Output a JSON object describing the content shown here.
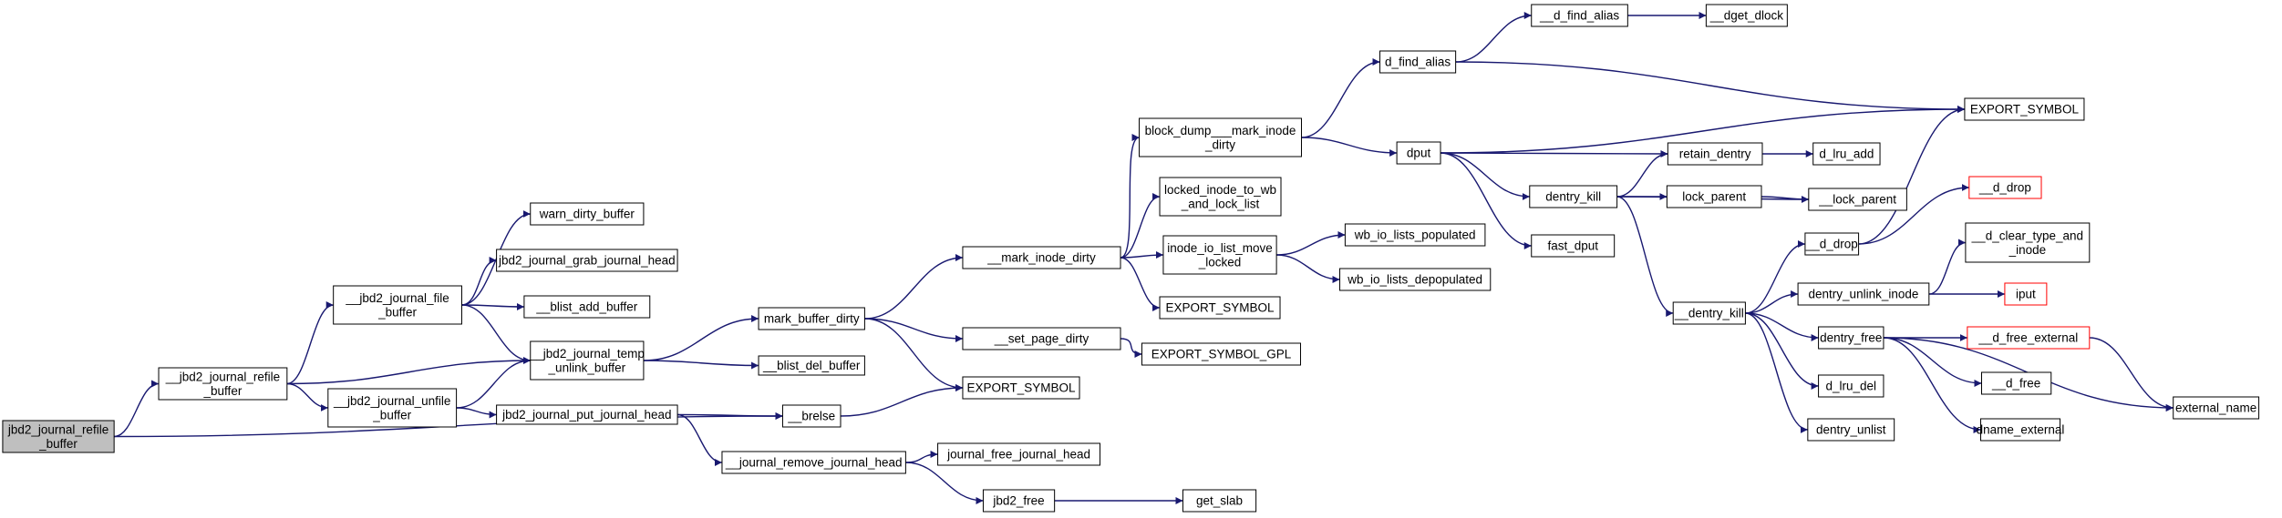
{
  "nodes": [
    {
      "id": "root",
      "lines": [
        "jbd2_journal_refile",
        "_buffer"
      ],
      "style": "root"
    },
    {
      "id": "jrefile",
      "lines": [
        "__jbd2_journal_refile",
        "_buffer"
      ]
    },
    {
      "id": "jfile",
      "lines": [
        "__jbd2_journal_file",
        "_buffer"
      ]
    },
    {
      "id": "junfile",
      "lines": [
        "__jbd2_journal_unfile",
        "_buffer"
      ]
    },
    {
      "id": "warn",
      "lines": [
        "warn_dirty_buffer"
      ]
    },
    {
      "id": "grab",
      "lines": [
        "jbd2_journal_grab_journal_head"
      ]
    },
    {
      "id": "badd",
      "lines": [
        "__blist_add_buffer"
      ]
    },
    {
      "id": "temp",
      "lines": [
        "__jbd2_journal_temp",
        "_unlink_buffer"
      ]
    },
    {
      "id": "puthead",
      "lines": [
        "jbd2_journal_put_journal_head"
      ]
    },
    {
      "id": "bdel",
      "lines": [
        "__blist_del_buffer"
      ]
    },
    {
      "id": "mbd",
      "lines": [
        "mark_buffer_dirty"
      ]
    },
    {
      "id": "brelse",
      "lines": [
        "__brelse"
      ]
    },
    {
      "id": "jrm",
      "lines": [
        "__journal_remove_journal_head"
      ]
    },
    {
      "id": "jfree",
      "lines": [
        "journal_free_journal_head"
      ]
    },
    {
      "id": "jbd2free",
      "lines": [
        "jbd2_free"
      ]
    },
    {
      "id": "getslab",
      "lines": [
        "get_slab"
      ]
    },
    {
      "id": "mid",
      "lines": [
        "__mark_inode_dirty"
      ]
    },
    {
      "id": "spd",
      "lines": [
        "__set_page_dirty"
      ]
    },
    {
      "id": "exp1",
      "lines": [
        "EXPORT_SYMBOL"
      ]
    },
    {
      "id": "gpl",
      "lines": [
        "EXPORT_SYMBOL_GPL"
      ]
    },
    {
      "id": "bdm",
      "lines": [
        "block_dump___mark_inode",
        "_dirty"
      ]
    },
    {
      "id": "liw",
      "lines": [
        "locked_inode_to_wb",
        "_and_lock_list"
      ]
    },
    {
      "id": "iolm",
      "lines": [
        "inode_io_list_move",
        "_locked"
      ]
    },
    {
      "id": "exp2",
      "lines": [
        "EXPORT_SYMBOL"
      ]
    },
    {
      "id": "dfa",
      "lines": [
        "d_find_alias"
      ]
    },
    {
      "id": "dfa2",
      "lines": [
        "__d_find_alias"
      ]
    },
    {
      "id": "dgd",
      "lines": [
        "__dget_dlock"
      ]
    },
    {
      "id": "dput",
      "lines": [
        "dput"
      ]
    },
    {
      "id": "exp3",
      "lines": [
        "EXPORT_SYMBOL"
      ]
    },
    {
      "id": "retain",
      "lines": [
        "retain_dentry"
      ]
    },
    {
      "id": "dlruadd",
      "lines": [
        "d_lru_add"
      ]
    },
    {
      "id": "dkill",
      "lines": [
        "dentry_kill"
      ]
    },
    {
      "id": "lockp",
      "lines": [
        "lock_parent"
      ]
    },
    {
      "id": "lockp2",
      "lines": [
        "__lock_parent"
      ]
    },
    {
      "id": "fastd",
      "lines": [
        "fast_dput"
      ]
    },
    {
      "id": "wbpop",
      "lines": [
        "wb_io_lists_populated"
      ]
    },
    {
      "id": "wbdepop",
      "lines": [
        "wb_io_lists_depopulated"
      ]
    },
    {
      "id": "ddrop_r",
      "lines": [
        "__d_drop"
      ],
      "style": "trunc"
    },
    {
      "id": "ddrop",
      "lines": [
        "__d_drop"
      ]
    },
    {
      "id": "dentkill",
      "lines": [
        "__dentry_kill"
      ]
    },
    {
      "id": "dci",
      "lines": [
        "__d_clear_type_and",
        "_inode"
      ]
    },
    {
      "id": "dui",
      "lines": [
        "dentry_unlink_inode"
      ]
    },
    {
      "id": "iput",
      "lines": [
        "iput"
      ],
      "style": "trunc"
    },
    {
      "id": "dfree",
      "lines": [
        "dentry_free"
      ]
    },
    {
      "id": "dfe",
      "lines": [
        "__d_free_external"
      ],
      "style": "trunc"
    },
    {
      "id": "dfree2",
      "lines": [
        "__d_free"
      ]
    },
    {
      "id": "dname",
      "lines": [
        "dname_external"
      ]
    },
    {
      "id": "extname",
      "lines": [
        "external_name"
      ]
    },
    {
      "id": "dlrudel",
      "lines": [
        "d_lru_del"
      ]
    },
    {
      "id": "dunlist",
      "lines": [
        "dentry_unlist"
      ]
    }
  ],
  "edges": [
    [
      "root",
      "jrefile"
    ],
    [
      "root",
      "brelse"
    ],
    [
      "jrefile",
      "jfile"
    ],
    [
      "jrefile",
      "temp"
    ],
    [
      "jrefile",
      "junfile"
    ],
    [
      "jfile",
      "warn"
    ],
    [
      "jfile",
      "grab"
    ],
    [
      "jfile",
      "badd"
    ],
    [
      "jfile",
      "temp"
    ],
    [
      "junfile",
      "temp"
    ],
    [
      "junfile",
      "puthead"
    ],
    [
      "temp",
      "mbd"
    ],
    [
      "temp",
      "bdel"
    ],
    [
      "puthead",
      "brelse"
    ],
    [
      "puthead",
      "jrm"
    ],
    [
      "mbd",
      "mid"
    ],
    [
      "mbd",
      "spd"
    ],
    [
      "mbd",
      "exp1"
    ],
    [
      "brelse",
      "exp1"
    ],
    [
      "jrm",
      "jfree"
    ],
    [
      "jrm",
      "jbd2free"
    ],
    [
      "jbd2free",
      "getslab"
    ],
    [
      "spd",
      "gpl"
    ],
    [
      "mid",
      "bdm"
    ],
    [
      "mid",
      "liw"
    ],
    [
      "mid",
      "iolm"
    ],
    [
      "mid",
      "exp2"
    ],
    [
      "iolm",
      "wbpop"
    ],
    [
      "iolm",
      "wbdepop"
    ],
    [
      "bdm",
      "dfa"
    ],
    [
      "bdm",
      "dput"
    ],
    [
      "dfa",
      "dfa2"
    ],
    [
      "dfa",
      "exp3"
    ],
    [
      "dfa2",
      "dgd"
    ],
    [
      "dput",
      "exp3"
    ],
    [
      "dput",
      "retain"
    ],
    [
      "dput",
      "dkill"
    ],
    [
      "dput",
      "fastd"
    ],
    [
      "retain",
      "dlruadd"
    ],
    [
      "dkill",
      "retain"
    ],
    [
      "dkill",
      "lockp"
    ],
    [
      "dkill",
      "lockp2"
    ],
    [
      "dkill",
      "dentkill"
    ],
    [
      "lockp",
      "lockp2"
    ],
    [
      "ddrop",
      "exp3"
    ],
    [
      "ddrop",
      "ddrop_r"
    ],
    [
      "dentkill",
      "ddrop"
    ],
    [
      "dentkill",
      "dui"
    ],
    [
      "dentkill",
      "dfree"
    ],
    [
      "dentkill",
      "dlrudel"
    ],
    [
      "dentkill",
      "dunlist"
    ],
    [
      "dui",
      "dci"
    ],
    [
      "dui",
      "iput"
    ],
    [
      "dfree",
      "dfe"
    ],
    [
      "dfree",
      "dfree2"
    ],
    [
      "dfree",
      "dname"
    ],
    [
      "dfree",
      "extname"
    ],
    [
      "dfe",
      "extname"
    ]
  ]
}
